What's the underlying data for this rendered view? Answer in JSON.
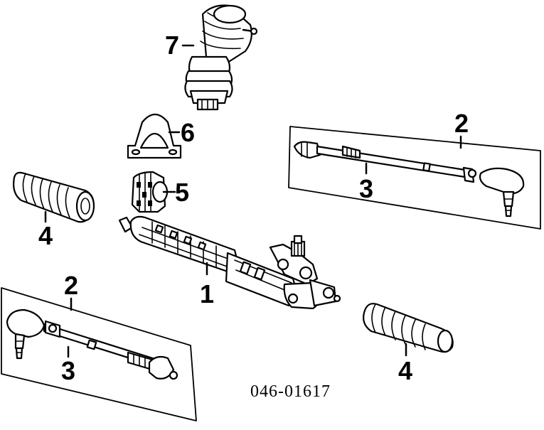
{
  "callouts": {
    "steering_gear": "1",
    "tie_rod_assembly_right": "2",
    "tie_rod_assembly_left": "2",
    "inner_tie_rod_right": "3",
    "inner_tie_rod_left": "3",
    "boot_left": "4",
    "boot_right": "4",
    "bushing": "5",
    "mount_bracket": "6",
    "shaft_boot": "7"
  },
  "diagram_number": "046-01617"
}
